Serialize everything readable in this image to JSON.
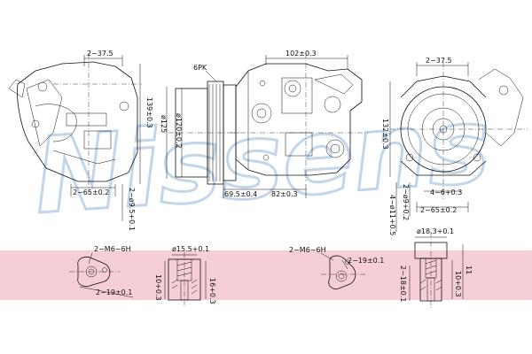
{
  "brand": {
    "watermark_text": "Nissens",
    "watermark_color": "#b9cfe6",
    "band_color": "#f5c9d2"
  },
  "labels": {
    "left_view": {
      "top_width": "2−37.5",
      "height": "139±0.3",
      "bottom_width": "2−65±0.2",
      "bore": "2−ø9.5+0.1"
    },
    "pulley_view": {
      "belt": "6PK",
      "pulley_diameter": "ø120±0.2",
      "body_height": "ø125",
      "pulley_offset": "69.5±0.4",
      "body_offset": "82±0.3"
    },
    "center_view": {
      "top_width": "102±0.3"
    },
    "right_view": {
      "top_width": "2−37.5",
      "height": "132±0.3",
      "fitting": "4−ø11+0.5",
      "bore": "2−ø9+0.2",
      "bottom_width": "2−65±0.2",
      "slot": "4−6+0.3"
    },
    "detail_1": {
      "thread": "2−M6−6H",
      "spacing": "2−19±0.1"
    },
    "detail_2": {
      "diameter": "ø15.5+0.1",
      "depth_left": "10+0.3",
      "depth_right": "16+0.3"
    },
    "detail_3": {
      "thread": "2−M6−6H",
      "spacing": "2−19±0.1",
      "spacing_bottom": "2−18±0.1"
    },
    "detail_4": {
      "diameter": "ø18.3+0.1",
      "height_a": "10+0.3",
      "height_b": "11"
    }
  }
}
